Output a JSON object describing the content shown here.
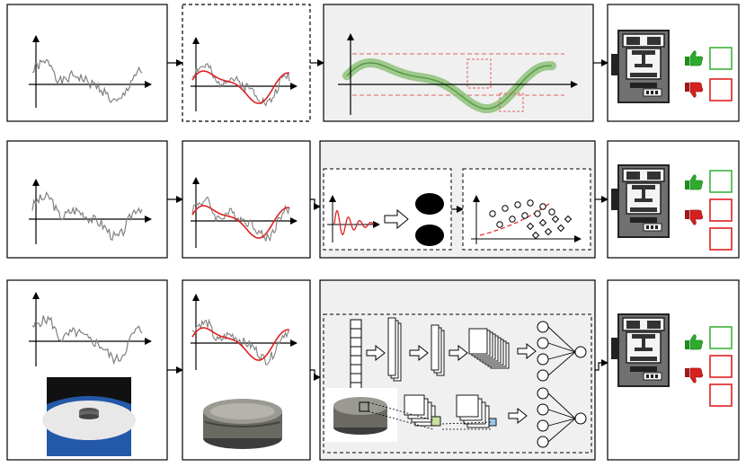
{
  "figure": {
    "rows": [
      {
        "id": "row-1",
        "stages": [
          "raw-signal",
          "fitted-signal",
          "feature-extraction",
          "press-decision"
        ],
        "decision_outcome": "pass"
      },
      {
        "id": "row-2",
        "stages": [
          "raw-signal",
          "fitted-signal",
          "classifier",
          "press-decision"
        ],
        "decision_outcome": "fail"
      },
      {
        "id": "row-3",
        "stages": [
          "raw-signal-with-photo",
          "fitted-signal-with-sample",
          "deep-network",
          "press-decision"
        ],
        "decision_outcome": "pass"
      }
    ]
  },
  "colors": {
    "signal": "#808080",
    "fit": "#e02020",
    "smooth_band": "#8ec27a",
    "panel_shade": "#f0f0f0",
    "thumb_up": "#2eaa2e",
    "thumb_down": "#d42020",
    "pass_box": "#3cb43c",
    "fail_box": "#e02020"
  },
  "icons": [
    "thumbs-up-icon",
    "thumbs-down-icon",
    "hydraulic-press-icon",
    "arrow-right-icon",
    "neural-network-icon"
  ]
}
